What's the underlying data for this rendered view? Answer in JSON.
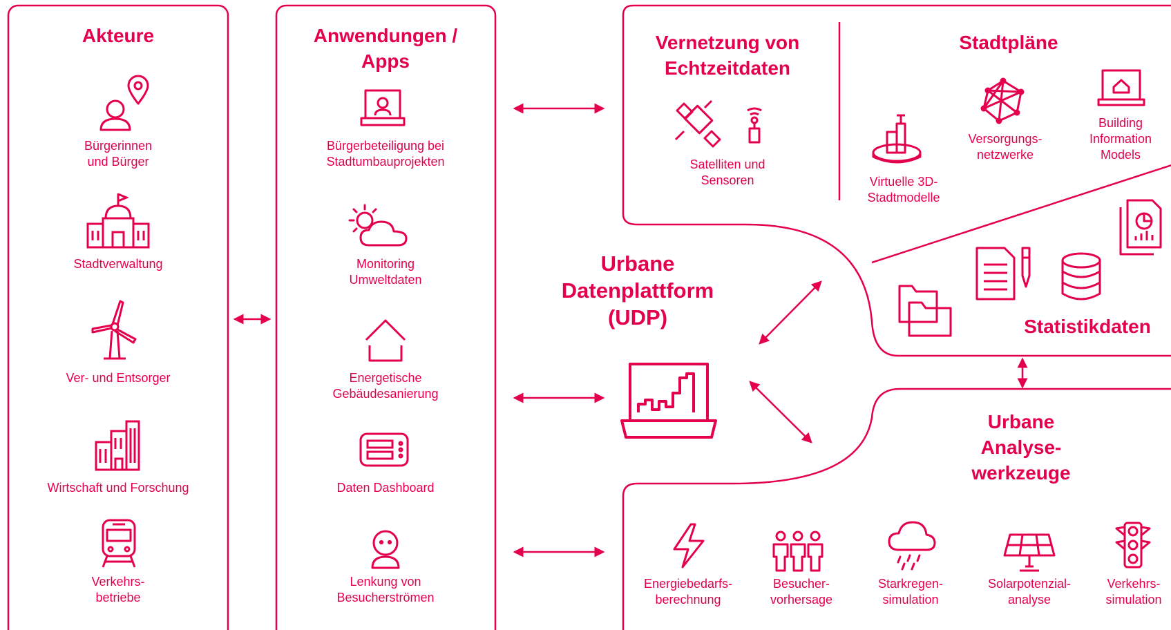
{
  "colors": {
    "accent": "#E4004F",
    "background": "#FFFFFF"
  },
  "akteure": {
    "title": "Akteure",
    "items": [
      {
        "label": "Bürgerinnen\nund Bürger",
        "icon": "person-location-icon"
      },
      {
        "label": "Stadtverwaltung",
        "icon": "town-hall-icon"
      },
      {
        "label": "Ver- und Entsorger",
        "icon": "wind-turbine-icon"
      },
      {
        "label": "Wirtschaft und Forschung",
        "icon": "office-buildings-icon"
      },
      {
        "label": "Verkehrs-\nbetriebe",
        "icon": "train-icon"
      }
    ]
  },
  "apps": {
    "title": "Anwendungen /\nApps",
    "items": [
      {
        "label": "Bürgerbeteiligung bei\nStadtumbauprojekten",
        "icon": "laptop-person-icon"
      },
      {
        "label": "Monitoring\nUmweltdaten",
        "icon": "sun-cloud-icon"
      },
      {
        "label": "Energetische\nGebäudesanierung",
        "icon": "house-outline-icon"
      },
      {
        "label": "Daten Dashboard",
        "icon": "dashboard-device-icon"
      },
      {
        "label": "Lenkung von\nBesucherströmen",
        "icon": "visitor-icon"
      }
    ]
  },
  "center": {
    "title": "Urbane\nDatenplattform\n(UDP)",
    "icon": "laptop-city-chart-icon"
  },
  "vernetzung": {
    "title": "Vernetzung von\nEchtzeitdaten",
    "items": [
      {
        "label": "Satelliten und\nSensoren",
        "icon": "satellite-sensor-icon"
      }
    ]
  },
  "stadtplaene": {
    "title": "Stadtpläne",
    "items": [
      {
        "label": "Virtuelle 3D-\nStadtmodelle",
        "icon": "3d-city-model-icon"
      },
      {
        "label": "Versorgungs-\nnetzwerke",
        "icon": "network-icon"
      },
      {
        "label": "Building\nInformation\nModels",
        "icon": "bim-laptop-icon"
      }
    ]
  },
  "statistik": {
    "title": "Statistikdaten"
  },
  "analyse": {
    "title": "Urbane Analyse-\nwerkzeuge",
    "items": [
      {
        "label": "Energiebedarfs-\nberechnung",
        "icon": "lightning-icon"
      },
      {
        "label": "Besucher-\nvorhersage",
        "icon": "visitors-group-icon"
      },
      {
        "label": "Starkregen-\nsimulation",
        "icon": "rain-cloud-icon"
      },
      {
        "label": "Solarpotenzial-\nanalyse",
        "icon": "solar-panel-icon"
      },
      {
        "label": "Verkehrs-\nsimulation",
        "icon": "traffic-light-icon"
      }
    ]
  }
}
